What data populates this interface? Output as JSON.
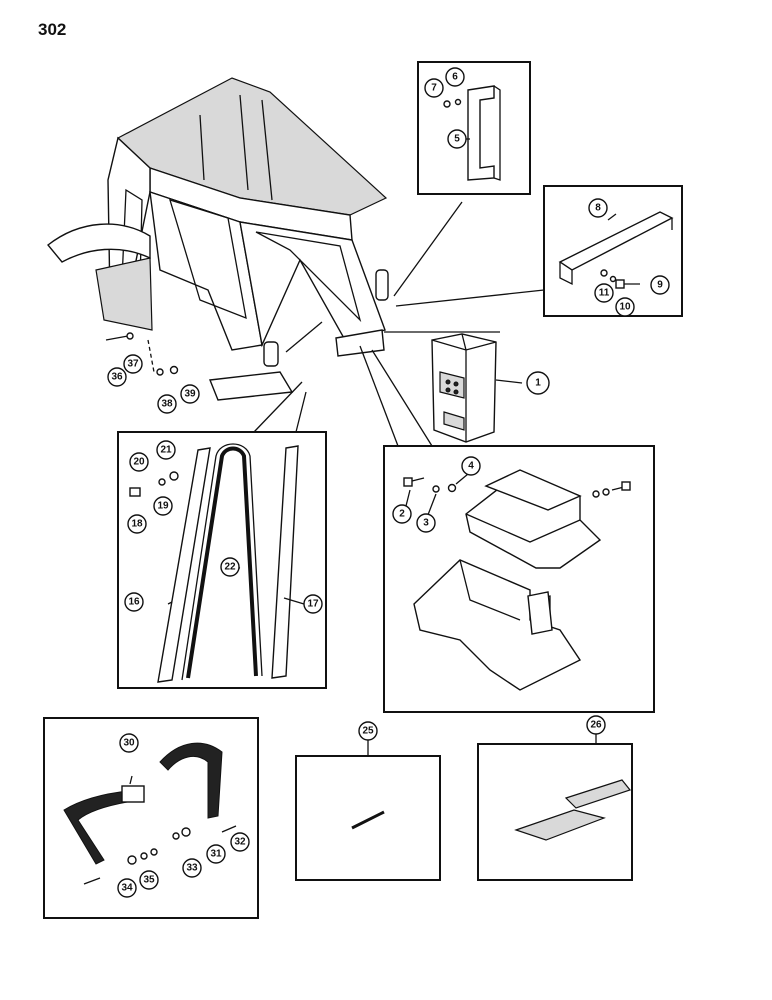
{
  "page_number": "302",
  "callouts": {
    "c1": "1",
    "c2": "2",
    "c3": "3",
    "c4": "4",
    "c5": "5",
    "c6": "6",
    "c7": "7",
    "c8": "8",
    "c9": "9",
    "c10": "10",
    "c11": "11",
    "c16": "16",
    "c17": "17",
    "c18": "18",
    "c19": "19",
    "c20": "20",
    "c21": "21",
    "c22": "22",
    "c25": "25",
    "c26": "26",
    "c30": "30",
    "c31": "31",
    "c32": "32",
    "c33": "33",
    "c34": "34",
    "c35": "35",
    "c36": "36",
    "c37": "37",
    "c38": "38",
    "c39": "39"
  }
}
